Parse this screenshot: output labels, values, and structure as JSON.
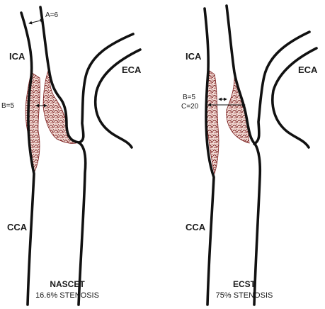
{
  "colors": {
    "wall": "#111111",
    "plaque_fill": "#f2dcd6",
    "plaque_mottle": "#7a1d1d",
    "text": "#1a1a1a"
  },
  "left_panel": {
    "label_ica": "ICA",
    "label_eca": "ECA",
    "label_cca": "CCA",
    "measure_a": "A=6",
    "measure_b": "B=5",
    "method_title": "NASCET",
    "stenosis_text": "16.6% STENOSIS"
  },
  "right_panel": {
    "label_ica": "ICA",
    "label_eca": "ECA",
    "label_cca": "CCA",
    "measure_b": "B=5",
    "measure_c": "C=20",
    "method_title": "ECST",
    "stenosis_text": "75% STENOSIS"
  }
}
